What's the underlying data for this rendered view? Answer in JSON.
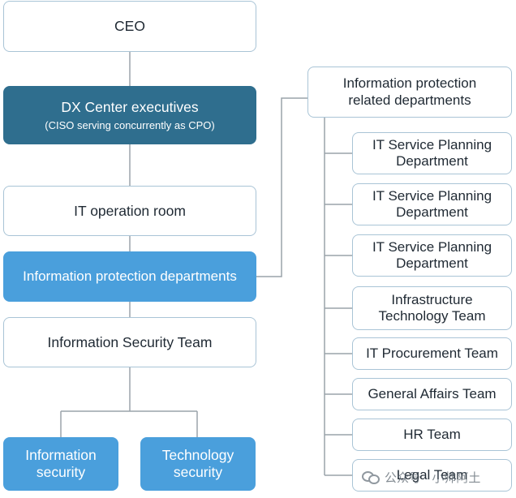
{
  "left_column": {
    "ceo": "CEO",
    "dx_title": "DX Center executives",
    "dx_subtitle": "(CISO serving concurrently as CPO)",
    "it_operation": "IT operation room",
    "info_protection": "Information protection departments",
    "info_security_team": "Information Security Team",
    "info_security_l1": "Information",
    "info_security_l2": "security",
    "tech_security_l1": "Technology",
    "tech_security_l2": "security"
  },
  "right_column": {
    "header_l1": "Information protection",
    "header_l2": "related departments",
    "items": [
      {
        "line1": "IT Service Planning",
        "line2": "Department"
      },
      {
        "line1": "IT Service Planning",
        "line2": "Department"
      },
      {
        "line1": "IT Service Planning",
        "line2": "Department"
      },
      {
        "line1": "Infrastructure",
        "line2": "Technology Team"
      },
      {
        "line1": "IT Procurement Team"
      },
      {
        "line1": "General Affairs Team"
      },
      {
        "line1": "HR Team"
      },
      {
        "line1": "Legal Team"
      }
    ]
  },
  "watermark": "公众号 · 小帅阿土",
  "colors": {
    "dark_box": "#2f6e8e",
    "blue_box": "#4a9fdc",
    "border": "#a9c4d6",
    "connector": "#9aa3aa"
  }
}
